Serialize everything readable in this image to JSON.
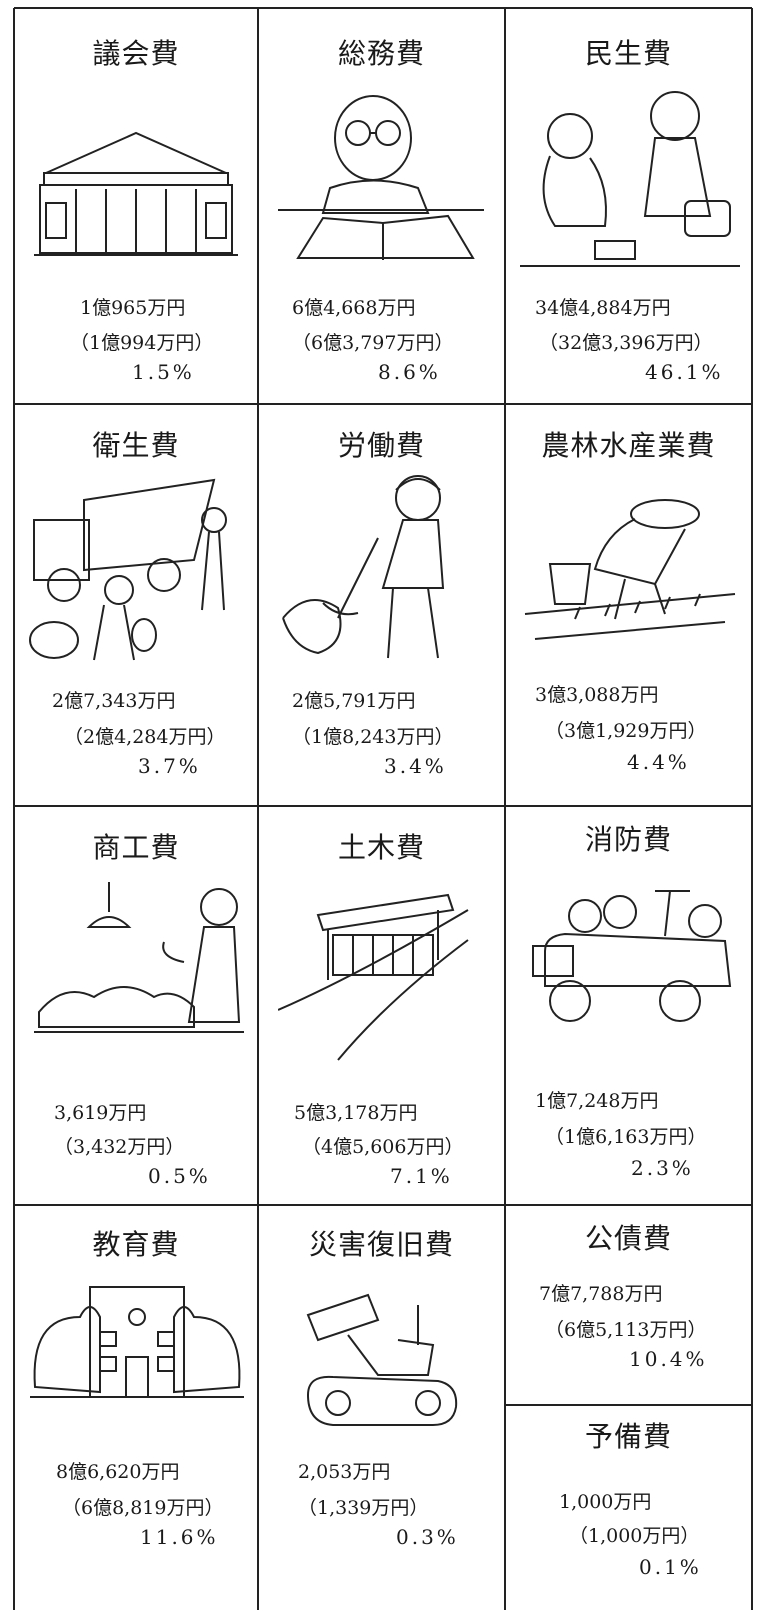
{
  "items": [
    {
      "title": "議会費",
      "amount": "1億965万円",
      "previous": "（1億994万円）",
      "percent": "1.5%",
      "icon": "assembly-hall-icon"
    },
    {
      "title": "総務費",
      "amount": "6億4,668万円",
      "previous": "（6億3,797万円）",
      "percent": "8.6%",
      "icon": "office-worker-icon"
    },
    {
      "title": "民生費",
      "amount": "34億4,884万円",
      "previous": "（32億3,396万円）",
      "percent": "46.1%",
      "icon": "welfare-care-icon"
    },
    {
      "title": "衛生費",
      "amount": "2億7,343万円",
      "previous": "（2億4,284万円）",
      "percent": "3.7%",
      "icon": "garbage-truck-icon"
    },
    {
      "title": "労働費",
      "amount": "2億5,791万円",
      "previous": "（1億8,243万円）",
      "percent": "3.4%",
      "icon": "laborer-pickaxe-icon"
    },
    {
      "title": "農林水産業費",
      "amount": "3億3,088万円",
      "previous": "（3億1,929万円）",
      "percent": "4.4%",
      "icon": "farmer-planting-icon"
    },
    {
      "title": "商工費",
      "amount": "3,619万円",
      "previous": "（3,432万円）",
      "percent": "0.5%",
      "icon": "shopkeeper-icon"
    },
    {
      "title": "土木費",
      "amount": "5億3,178万円",
      "previous": "（4億5,606万円）",
      "percent": "7.1%",
      "icon": "bridge-construction-icon"
    },
    {
      "title": "消防費",
      "amount": "1億7,248万円",
      "previous": "（1億6,163万円）",
      "percent": "2.3%",
      "icon": "fire-truck-icon"
    },
    {
      "title": "教育費",
      "amount": "8億6,620万円",
      "previous": "（6億8,819万円）",
      "percent": "11.6%",
      "icon": "school-building-icon"
    },
    {
      "title": "災害復旧費",
      "amount": "2,053万円",
      "previous": "（1,339万円）",
      "percent": "0.3%",
      "icon": "bulldozer-icon"
    },
    {
      "title": "公債費",
      "amount": "7億7,788万円",
      "previous": "（6億5,113万円）",
      "percent": "10.4%",
      "icon": ""
    },
    {
      "title": "予備費",
      "amount": "1,000万円",
      "previous": "（1,000万円）",
      "percent": "0.1%",
      "icon": ""
    }
  ]
}
